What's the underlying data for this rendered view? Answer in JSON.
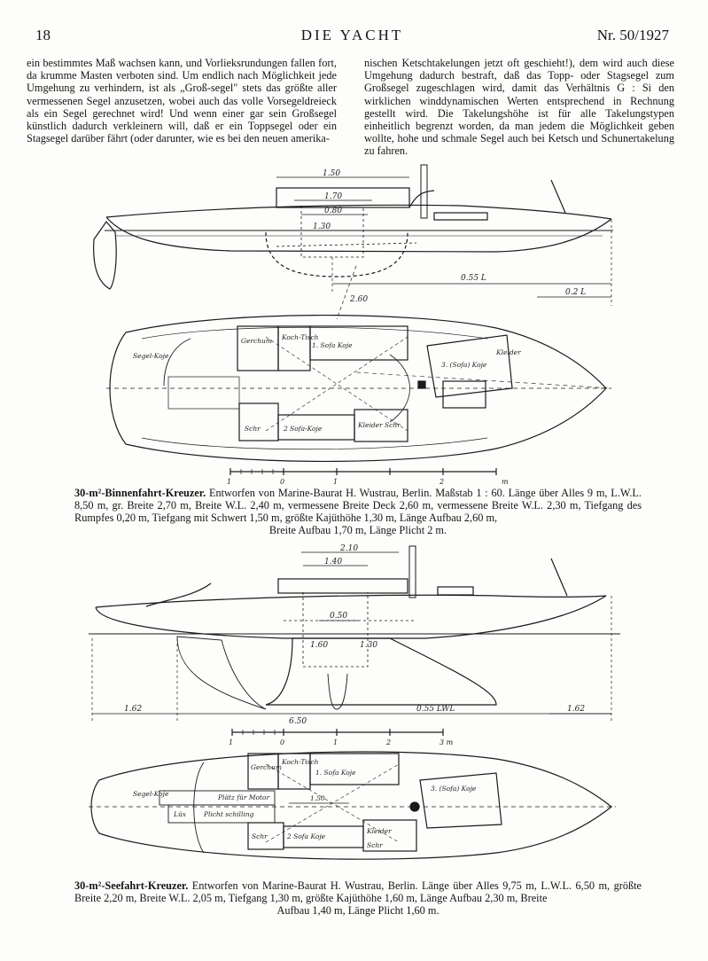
{
  "header": {
    "page_number": "18",
    "magazine": "DIE YACHT",
    "issue": "Nr. 50/1927"
  },
  "text": {
    "left_column": "ein bestimmtes Maß wachsen kann, und Vorlieksrundungen fallen fort, da krumme Masten verboten sind. Um endlich nach Möglichkeit jede Umgehung zu verhindern, ist als „Groß-segel\" stets das größte aller vermessenen Segel anzusetzen, wobei auch das volle Vorsegeldreieck als ein Segel gerechnet wird! Und wenn einer gar sein Großsegel künstlich dadurch verkleinern will, daß er ein Toppsegel oder ein Stagsegel darüber fährt (oder darunter, wie es bei den neuen amerika-",
    "right_column": "nischen Ketschtakelungen jetzt oft geschieht!), dem wird auch diese Umgehung dadurch bestraft, daß das Topp- oder Stagsegel zum Großsegel zugeschlagen wird, damit das Verhältnis G : Si den wirklichen winddynamischen Werten entsprechend in Rechnung gestellt wird. Die Takelungshöhe ist für alle Takelungstypen einheitlich begrenzt worden, da man jedem die Möglichkeit geben wollte, hohe und schmale Segel auch bei Ketsch und Schunertakelung zu fahren."
  },
  "figure1": {
    "caption_title": "30-m²-Binnenfahrt-Kreuzer.",
    "caption_body": "Entworfen von Marine-Baurat H. Wustrau, Berlin. Maßstab 1 : 60. Länge über Alles 9 m, L.W.L. 8,50 m, gr. Breite 2,70 m, Breite W.L. 2,40 m, vermessene Breite Deck 2,60 m, vermessene Breite W.L. 2,30 m, Tiefgang des Rumpfes 0,20 m, Tiefgang mit Schwert 1,50 m, größte Kajüthöhe 1,30 m, Länge Aufbau 2,60 m,",
    "caption_end": "Breite Aufbau 1,70 m, Länge Plicht 2 m.",
    "dims": [
      "1.50",
      "0.80",
      "1.70",
      "1.30",
      "0.55 L",
      "0.2 L",
      "2.60"
    ],
    "plan_labels": [
      "Segel-Koje",
      "Gerchum",
      "Koch-Tisch",
      "1. Sofa Koje",
      "3. (Sofa) Koje",
      "Schr",
      "2 Sofa-Koje",
      "Kleider Schr",
      "Kleider"
    ],
    "scale_labels": [
      "1",
      "0",
      "1",
      "2",
      "m"
    ]
  },
  "figure2": {
    "caption_title": "30-m²-Seefahrt-Kreuzer.",
    "caption_body": "Entworfen von Marine-Baurat H. Wustrau, Berlin. Länge über Alles 9,75 m, L.W.L. 6,50 m, größte Breite 2,20 m, Breite W.L. 2,05 m, Tiefgang 1,30 m, größte Kajüthöhe 1,60 m, Länge Aufbau 2,30 m, Breite",
    "caption_end": "Aufbau 1,40 m, Länge Plicht 1,60 m.",
    "dims": [
      "2.10",
      "1.40",
      "0.50",
      "1.60",
      "1.30",
      "1.62",
      "6.50",
      "0.55 LWL",
      "1.62"
    ],
    "plan_labels": [
      "Segel-Koje",
      "Gerchum",
      "Koch-Tisch",
      "1. Sofa Koje",
      "3. (Sofa) Koje",
      "Plätz für Motor",
      "Lüx",
      "Plicht schilling",
      "1.50",
      "Schr",
      "2 Sofa Koje",
      "Kleider",
      "Schr"
    ],
    "scale_labels": [
      "1",
      "0",
      "1",
      "2",
      "3 m"
    ]
  }
}
